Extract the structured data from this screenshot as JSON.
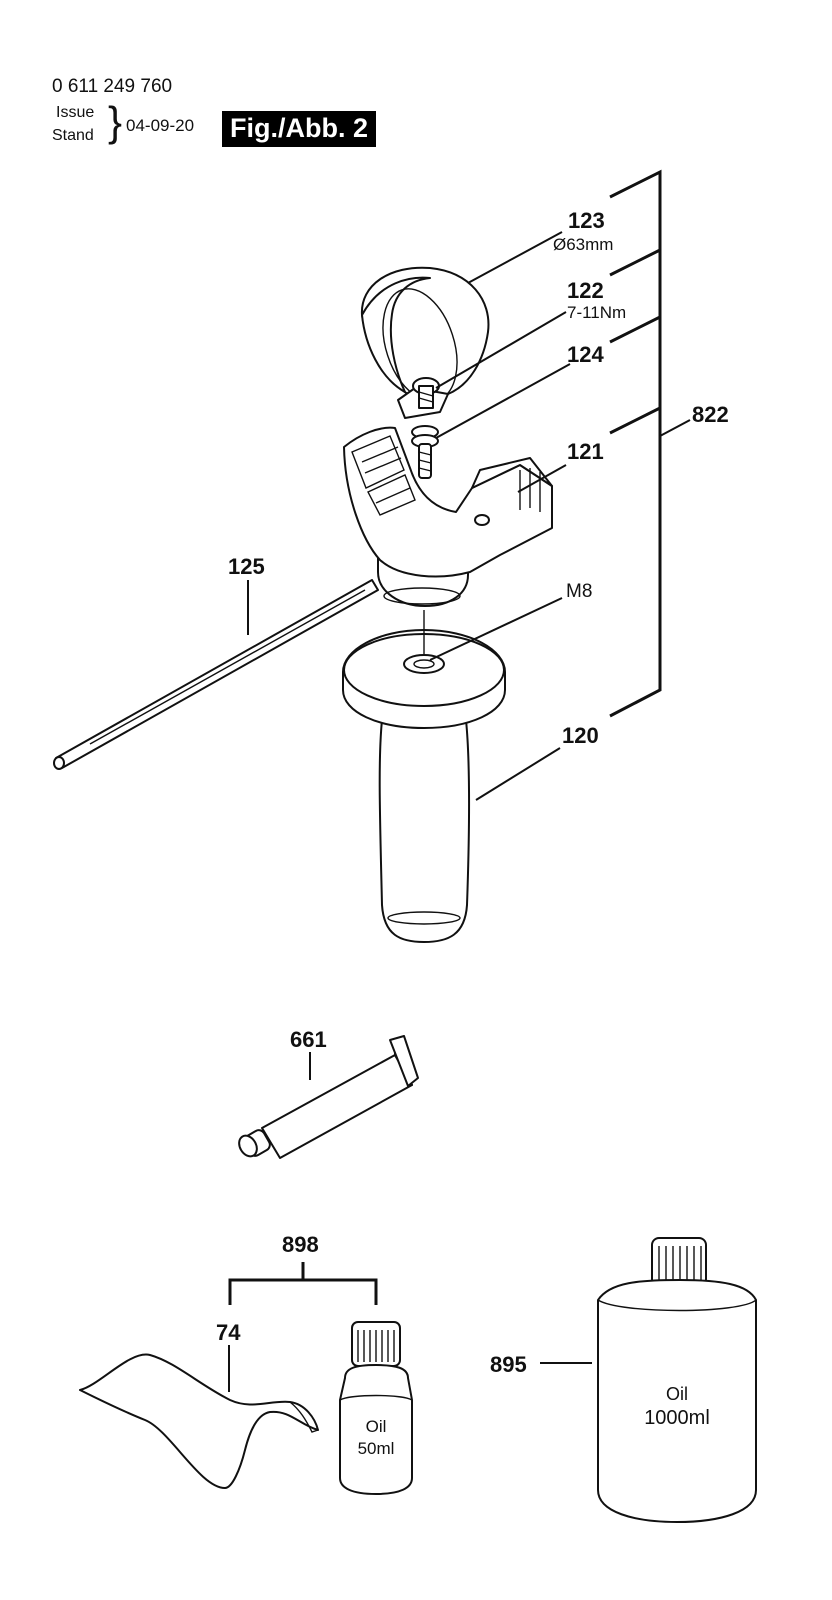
{
  "header": {
    "part_number": "0 611 249 760",
    "issue": "Issue",
    "stand": "Stand",
    "date": "04-09-20",
    "fig_label": "Fig./Abb. 2"
  },
  "callouts": {
    "c123": "123",
    "c123_spec": "Ø63mm",
    "c122": "122",
    "c122_spec": "7-11Nm",
    "c124": "124",
    "c121": "121",
    "c822": "822",
    "c125": "125",
    "cM8": "M8",
    "c120": "120",
    "c661": "661",
    "c898": "898",
    "c74": "74",
    "c895": "895"
  },
  "bottles": {
    "small_line1": "Oil",
    "small_line2": "50ml",
    "large_line1": "Oil",
    "large_line2": "1000ml"
  }
}
